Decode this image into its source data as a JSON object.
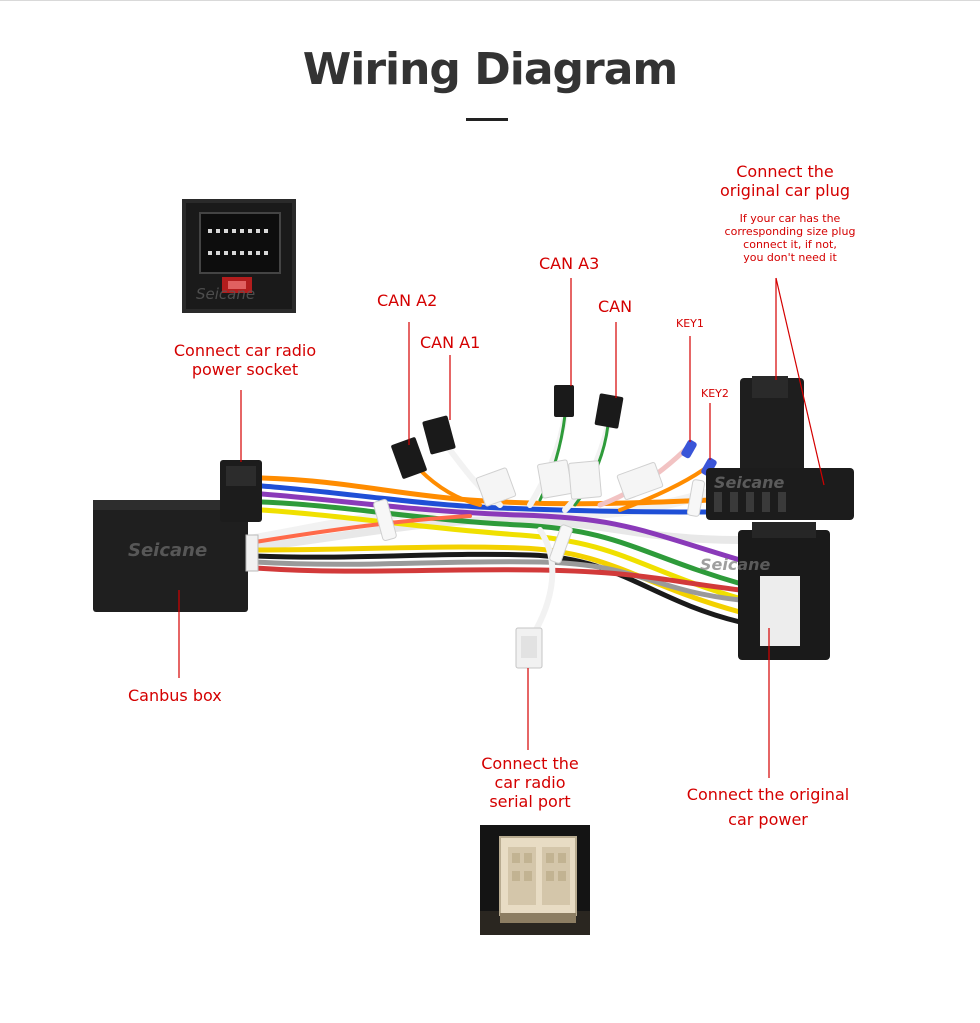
{
  "title": "Wiring Diagram",
  "labels": {
    "original_plug_line1": "Connect the",
    "original_plug_line2": "original car plug",
    "original_plug_note1": "If your car has the",
    "original_plug_note2": "corresponding size plug",
    "original_plug_note3": "connect it, if not,",
    "original_plug_note4": "you don't need it",
    "can_a3": "CAN A3",
    "can_a2": "CAN A2",
    "can": "CAN",
    "can_a1": "CAN A1",
    "key1": "KEY1",
    "key2": "KEY2",
    "radio_power_line1": "Connect car radio",
    "radio_power_line2": "power socket",
    "canbus_box": "Canbus box",
    "serial_port_line1": "Connect the",
    "serial_port_line2": "car radio",
    "serial_port_line3": "serial port",
    "car_power_line1": "Connect the original",
    "car_power_line2": "car power"
  },
  "watermark": "Seicane",
  "colors": {
    "label_red": "#d40000",
    "title_gray": "#333333",
    "connector_black": "#1e1e1e",
    "key_blue": "#3a55d8"
  }
}
